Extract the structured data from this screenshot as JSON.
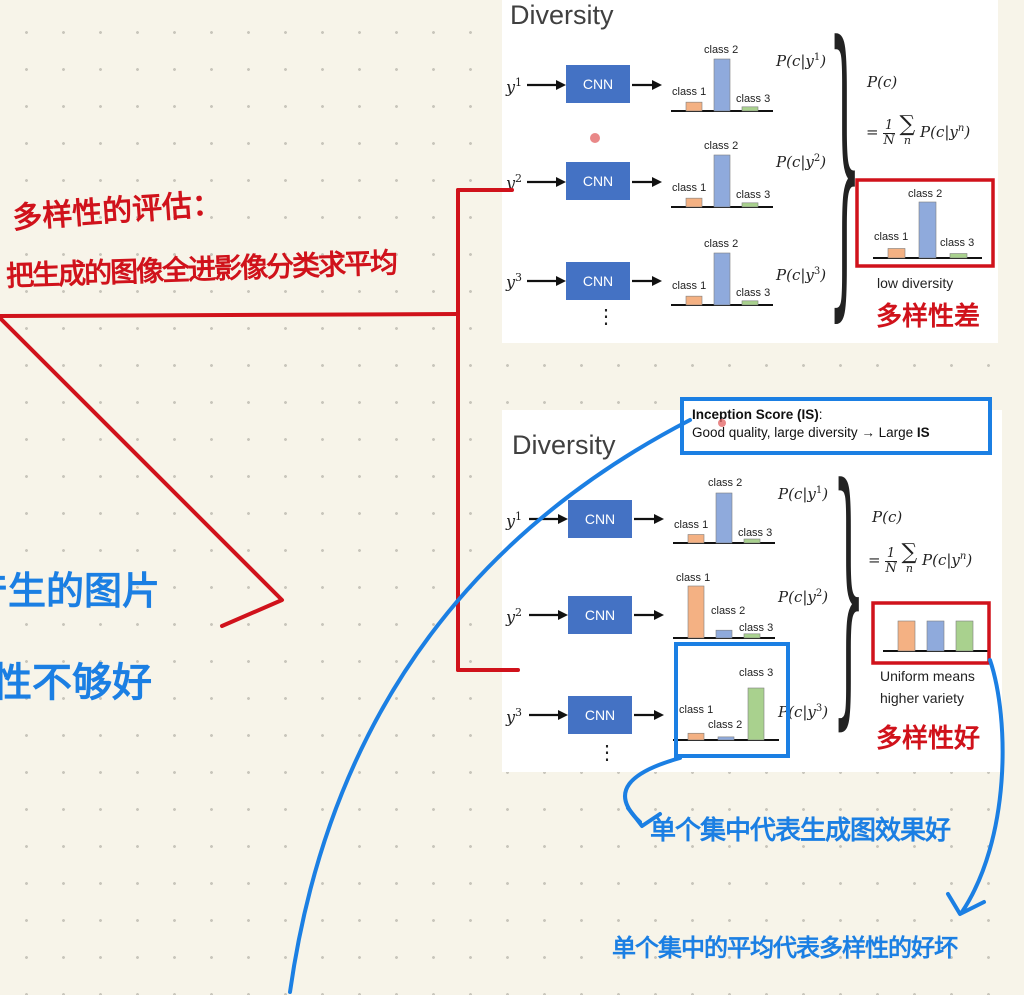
{
  "slides": [
    {
      "title": "Diversity",
      "rows": [
        {
          "y_label": "y",
          "y_sup": "1",
          "cnn_label": "CNN",
          "p_label": "P(c|y",
          "p_sup": "1",
          "bars": {
            "class1": 0.17,
            "class2": 1.0,
            "class3": 0.08
          }
        },
        {
          "y_label": "y",
          "y_sup": "2",
          "cnn_label": "CNN",
          "p_label": "P(c|y",
          "p_sup": "2",
          "bars": {
            "class1": 0.17,
            "class2": 1.0,
            "class3": 0.08
          }
        },
        {
          "y_label": "y",
          "y_sup": "3",
          "cnn_label": "CNN",
          "p_label": "P(c|y",
          "p_sup": "3",
          "bars": {
            "class1": 0.17,
            "class2": 1.0,
            "class3": 0.08
          }
        }
      ],
      "summary": {
        "title": "P(c)",
        "bars": {
          "class1": 0.17,
          "class2": 1.0,
          "class3": 0.08
        },
        "caption_line1": "low diversity",
        "caption_line2": ""
      }
    },
    {
      "title": "Diversity",
      "rows": [
        {
          "y_label": "y",
          "y_sup": "1",
          "cnn_label": "CNN",
          "p_label": "P(c|y",
          "p_sup": "1",
          "bars": {
            "class1": 0.17,
            "class2": 1.0,
            "class3": 0.08
          }
        },
        {
          "y_label": "y",
          "y_sup": "2",
          "cnn_label": "CNN",
          "p_label": "P(c|y",
          "p_sup": "2",
          "bars": {
            "class1": 1.0,
            "class2": 0.15,
            "class3": 0.08
          }
        },
        {
          "y_label": "y",
          "y_sup": "3",
          "cnn_label": "CNN",
          "p_label": "P(c|y",
          "p_sup": "3",
          "bars": {
            "class1": 0.13,
            "class2": 0.06,
            "class3": 1.0
          }
        }
      ],
      "summary": {
        "title": "P(c)",
        "bars": {
          "class1": 1.0,
          "class2": 1.0,
          "class3": 1.0
        },
        "caption_line1": "Uniform means",
        "caption_line2": "higher variety"
      }
    }
  ],
  "class_labels": [
    "class 1",
    "class 2",
    "class 3"
  ],
  "formula": {
    "prefix": "=",
    "num": "1",
    "den": "N",
    "sum": "∑",
    "sum_sub": "n",
    "term": "P(c|y",
    "term_sup": "n",
    "term_close": ")"
  },
  "dots": "⋮",
  "is_box": {
    "title_bold": "Inception Score (IS)",
    "title_rest": ":",
    "text": "Good quality, large diversity → Large ",
    "text_bold": "IS"
  },
  "annotations": {
    "red_title_line1": "多样性的评估：",
    "red_title_line2": "把生成的图像全进影像分类求平均",
    "red_low": "多样性差",
    "red_high": "多样性好",
    "left_partial_1": "产生的图片",
    "left_partial_2": "性不够好",
    "blue_single": "单个集中代表生成图效果好",
    "blue_average": "单个集中的平均代表多样性的好坏"
  },
  "colors": {
    "red": "#d0121b",
    "blue": "#1b7fe3",
    "cnn": "#4472c4",
    "bar1": "#f4b183",
    "bar2": "#8faadc",
    "bar3": "#a9d18e"
  }
}
